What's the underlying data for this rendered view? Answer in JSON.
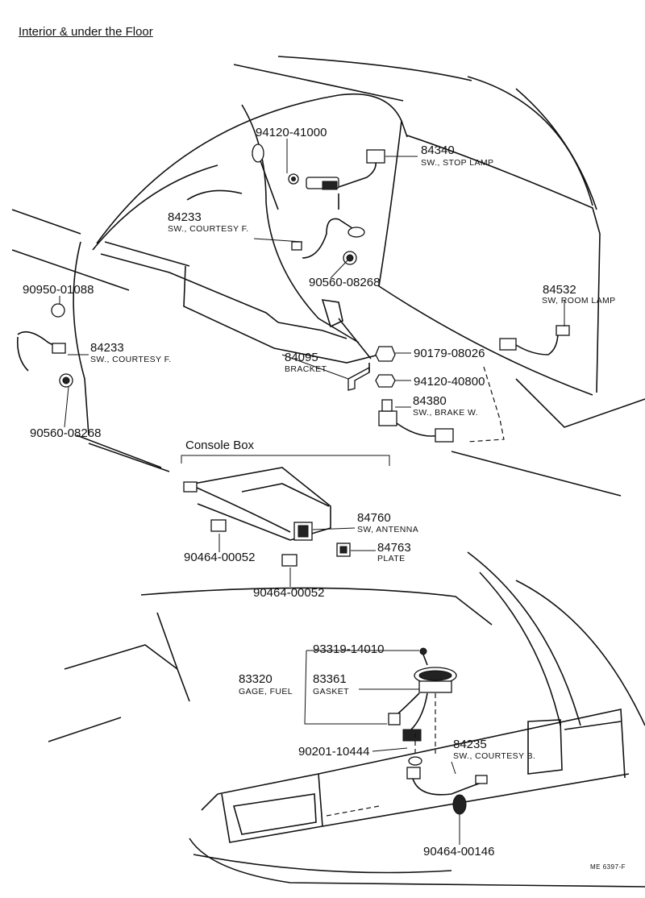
{
  "title": "Interior & under the Floor",
  "console_title": "Console Box",
  "code": "ME 6397-F",
  "parts": {
    "p94120_41000": "94120-41000",
    "p84340": "84340",
    "p84340_desc": "SW., STOP LAMP",
    "p84233a": "84233",
    "p84233a_desc": "SW., COURTESY F.",
    "p90560a": "90560-08268",
    "p90950": "90950-01088",
    "p84532": "84532",
    "p84532_desc": "SW, ROOM LAMP",
    "p84233b": "84233",
    "p84233b_desc": "SW., COURTESY F.",
    "p84095": "84095",
    "p84095_desc": "BRACKET",
    "p90179": "90179-08026",
    "p94120_40800": "94120-40800",
    "p84380": "84380",
    "p84380_desc": "SW., BRAKE W.",
    "p90560b": "90560-08268",
    "p84760": "84760",
    "p84760_desc": "SW, ANTENNA",
    "p84763": "84763",
    "p84763_desc": "PLATE",
    "p90464a": "90464-00052",
    "p90464b": "90464-00052",
    "p93319": "93319-14010",
    "p83320": "83320",
    "p83320_desc": "GAGE, FUEL",
    "p83361": "83361",
    "p83361_desc": "GASKET",
    "p90201": "90201-10444",
    "p84235": "84235",
    "p84235_desc": "SW., COURTESY B.",
    "p90464c": "90464-00146"
  }
}
